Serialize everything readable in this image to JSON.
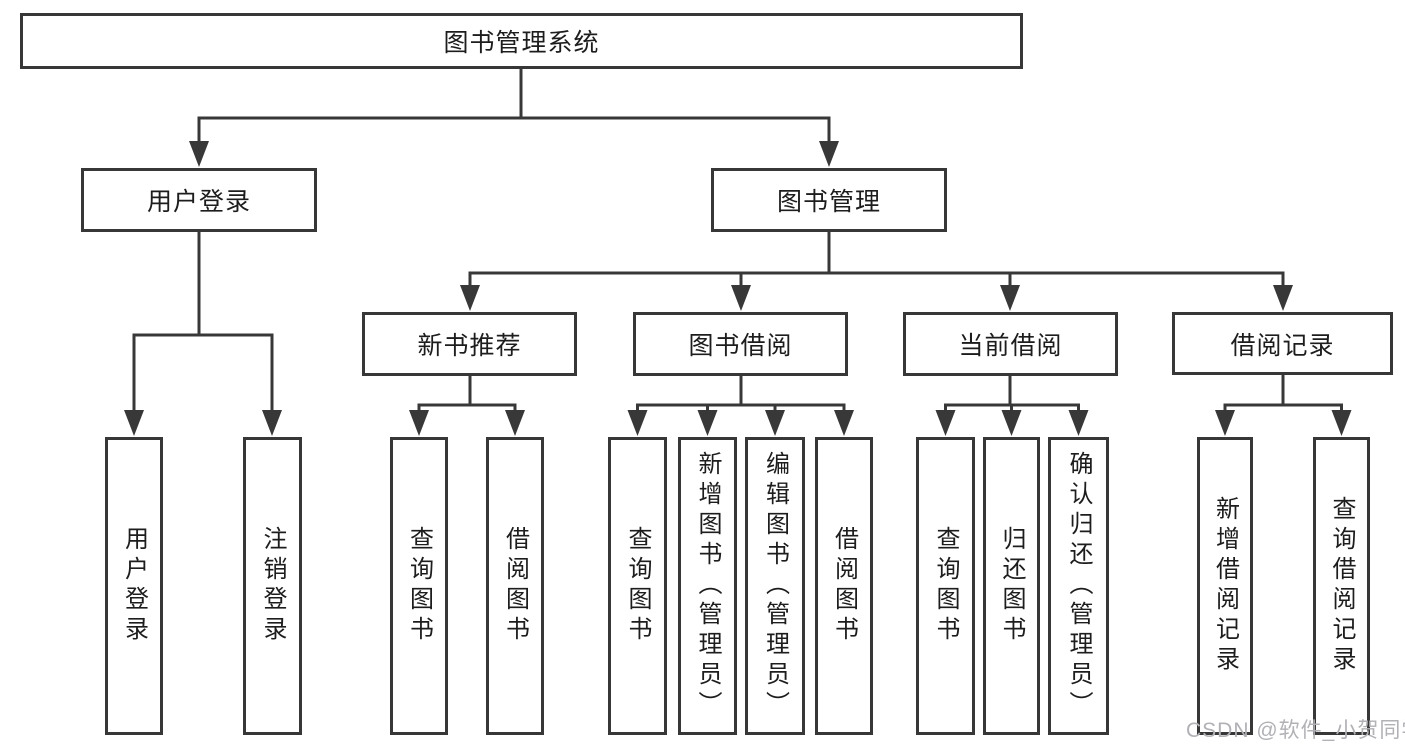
{
  "tree": {
    "root": {
      "label": "图书管理系统",
      "children": [
        {
          "label": "用户登录",
          "children": [
            {
              "label": "用户登录"
            },
            {
              "label": "注销登录"
            }
          ]
        },
        {
          "label": "图书管理",
          "children": [
            {
              "label": "新书推荐",
              "children": [
                {
                  "label": "查询图书"
                },
                {
                  "label": "借阅图书"
                }
              ]
            },
            {
              "label": "图书借阅",
              "children": [
                {
                  "label": "查询图书"
                },
                {
                  "label": "新增图书（管理员）"
                },
                {
                  "label": "编辑图书（管理员）"
                },
                {
                  "label": "借阅图书"
                }
              ]
            },
            {
              "label": "当前借阅",
              "children": [
                {
                  "label": "查询图书"
                },
                {
                  "label": "归还图书"
                },
                {
                  "label": "确认归还（管理员）"
                }
              ]
            },
            {
              "label": "借阅记录",
              "children": [
                {
                  "label": "新增借阅记录"
                },
                {
                  "label": "查询借阅记录"
                }
              ]
            }
          ]
        }
      ]
    }
  },
  "watermark": "CSDN @软件_小贺同学",
  "colors": {
    "line": "#383838",
    "box_border": "#373737",
    "text": "#1d1d1d",
    "background": "#ffffff",
    "watermark": "#b1b1b6"
  }
}
